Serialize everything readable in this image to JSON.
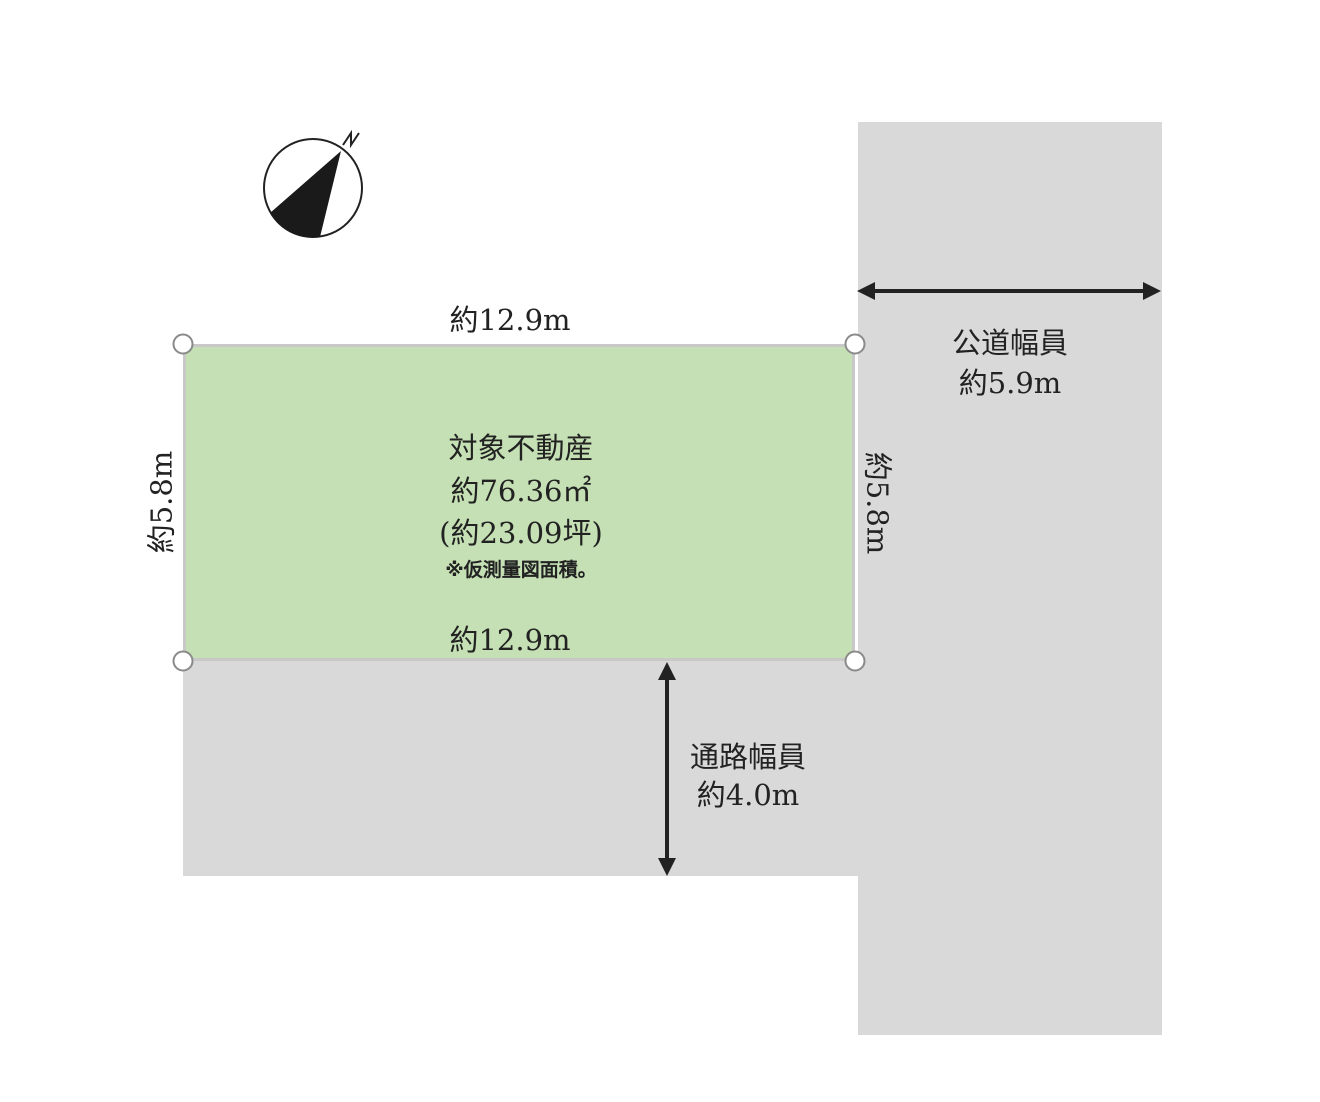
{
  "property": {
    "title": "対象不動産",
    "area_sqm": "約76.36㎡",
    "area_tsubo": "(約23.09坪)",
    "note": "※仮測量図面積。"
  },
  "dimensions": {
    "top": "約12.9m",
    "bottom": "約12.9m",
    "left": "約5.8m",
    "right": "約5.8m"
  },
  "public_road": {
    "label": "公道幅員",
    "width": "約5.9m"
  },
  "passage": {
    "label": "通路幅員",
    "width": "約4.0m"
  },
  "compass": {
    "north_label": "N"
  },
  "colors": {
    "plot": "#c5e0b4",
    "road": "#d9d9d9",
    "arrow": "#222222"
  }
}
